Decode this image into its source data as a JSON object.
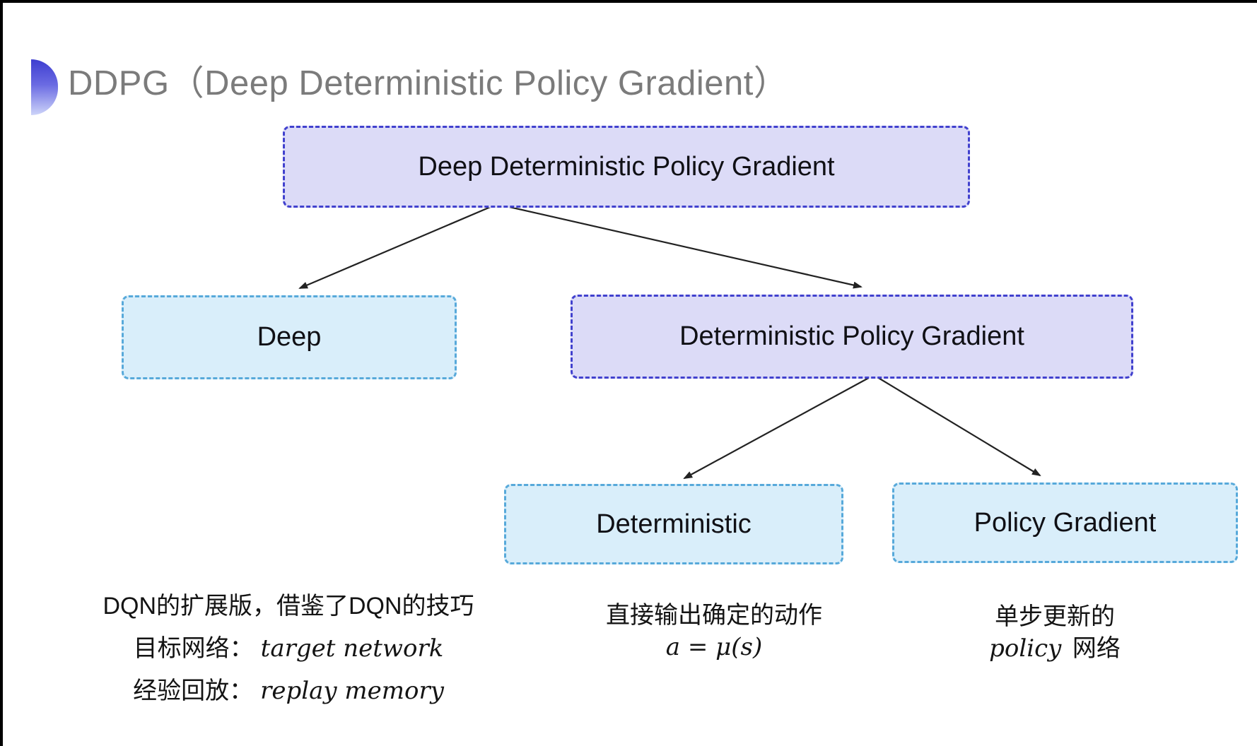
{
  "title": "DDPG（Deep Deterministic Policy Gradient）",
  "nodes": {
    "root": "Deep Deterministic Policy Gradient",
    "deep": "Deep",
    "dpg": "Deterministic Policy Gradient",
    "deterministic": "Deterministic",
    "policy_gradient": "Policy Gradient"
  },
  "annotations": {
    "dqn_block": {
      "line1": "DQN的扩展版，借鉴了DQN的技巧",
      "line2_label": "目标网络：",
      "line2_term": "target network",
      "line3_label": "经验回放：",
      "line3_term": "replay memory"
    },
    "deterministic_block": {
      "line1": "直接输出确定的动作",
      "formula": "a = μ(s)"
    },
    "policy_block": {
      "line1": "单步更新的",
      "term": "policy",
      "suffix": " 网络"
    }
  },
  "colors": {
    "purple_node_fill": "#dcdbf7",
    "purple_node_border": "#4141ce",
    "blue_node_fill": "#d9eefa",
    "blue_node_border": "#57a9da",
    "title_gray": "#7b7b7b",
    "arrow_black": "#222222",
    "bullet_gradient_top": "#3e3ed0",
    "bullet_gradient_bottom": "#cdd4f9"
  }
}
